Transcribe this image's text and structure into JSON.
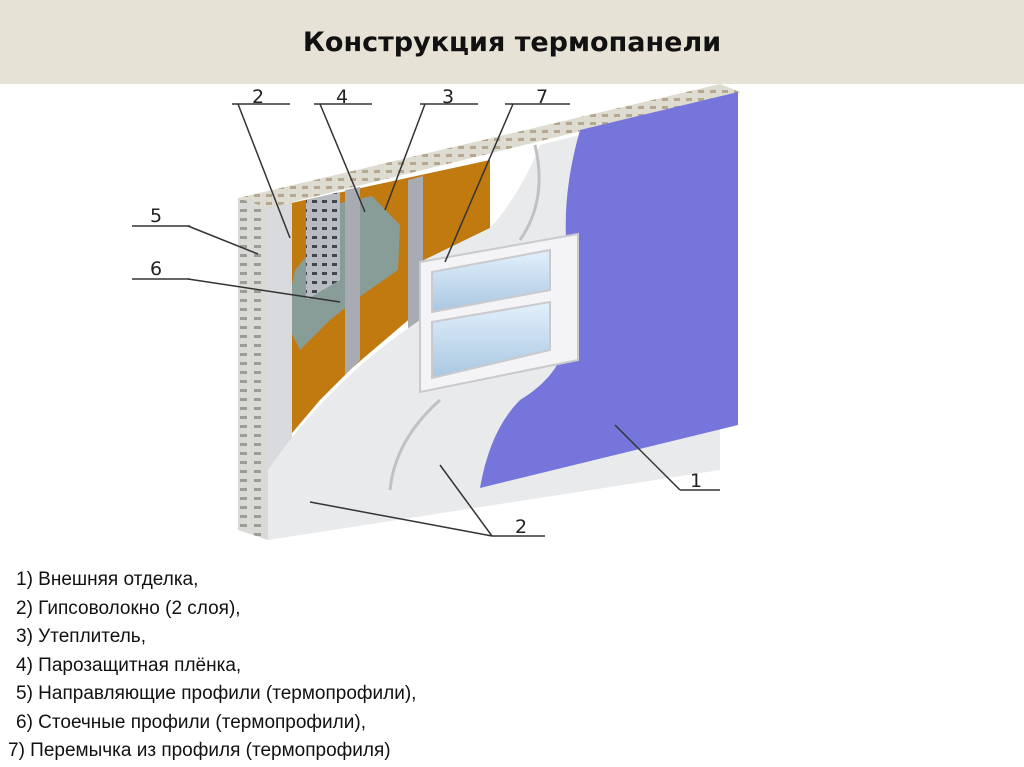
{
  "header": {
    "title": "Конструкция термопанели"
  },
  "diagram": {
    "callouts": [
      {
        "id": "c2top",
        "label": "2"
      },
      {
        "id": "c4",
        "label": "4"
      },
      {
        "id": "c3",
        "label": "3"
      },
      {
        "id": "c7",
        "label": "7"
      },
      {
        "id": "c5",
        "label": "5"
      },
      {
        "id": "c6",
        "label": "6"
      },
      {
        "id": "c1",
        "label": "1"
      },
      {
        "id": "c2bot",
        "label": "2"
      }
    ],
    "colors": {
      "finish": "#7575dc",
      "insulation": "#c07a10",
      "gypsum": "#e9eaec",
      "profile": "#a8acb2",
      "film": "#7fa3b0",
      "header_bg": "#e7e2d6"
    }
  },
  "legend": {
    "items": [
      "1) Внешняя отделка,",
      "2) Гипсоволокно (2 слоя),",
      "3) Утеплитель,",
      "4) Парозащитная плёнка,",
      "5) Направляющие профили (термопрофили),",
      "6) Стоечные профили (термопрофили),",
      "7) Перемычка из профиля (термопрофиля)"
    ]
  }
}
